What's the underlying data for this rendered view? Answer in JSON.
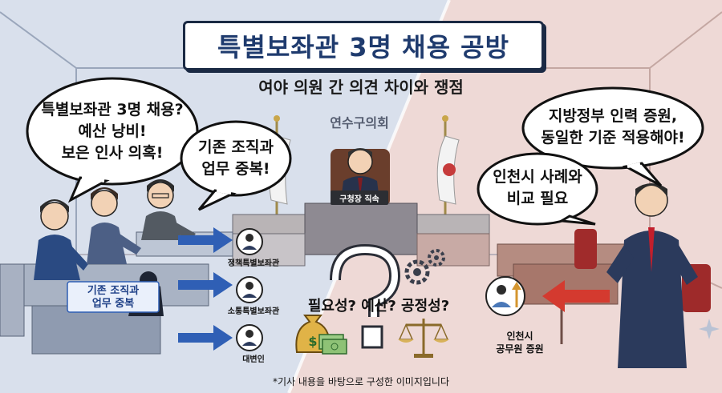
{
  "title": "특별보좌관 3명 채용 공방",
  "subtitle": "여야 의원 간 의견 차이와 쟁점",
  "council_name": "연수구의회",
  "mayor_nameplate": "구청장 직속",
  "left_bubble_1": {
    "line1": "특별보좌관 3명 채용?",
    "line2": "예산 낭비!",
    "line3": "보은 인사 의혹!"
  },
  "left_bubble_2": {
    "line1": "기존 조직과",
    "line2": "업무 중복!"
  },
  "right_bubble_1": {
    "line1": "지방정부 인력 증원,",
    "line2": "동일한 기준 적용해야!"
  },
  "right_bubble_2": {
    "line1": "인천시 사례와",
    "line2": "비교 필요"
  },
  "positions": [
    "정책특별보좌관",
    "소통특별보좌관",
    "대변인"
  ],
  "duplication_label": {
    "line1": "기존 조직과",
    "line2": "업무 중복"
  },
  "question_text": "필요성? 예산? 공정성?",
  "incheon_label": {
    "line1": "인천시",
    "line2": "공무원 증원"
  },
  "budget_symbol": "$",
  "footnote": "*기사 내용을 바탕으로 구성한 이미지입니다",
  "colors": {
    "left_tint": "#dbe2ee",
    "right_tint": "#f0dcd8",
    "title_text": "#1f3b6e",
    "arrow_blue": "#2f5fb5",
    "arrow_red": "#d43a2f",
    "suit_navy": "#2b3a5c"
  },
  "icons": [
    "gear-icon",
    "money-bag-icon",
    "cash-icon",
    "scales-icon",
    "question-mark-icon",
    "person-icon",
    "flag-icon"
  ]
}
